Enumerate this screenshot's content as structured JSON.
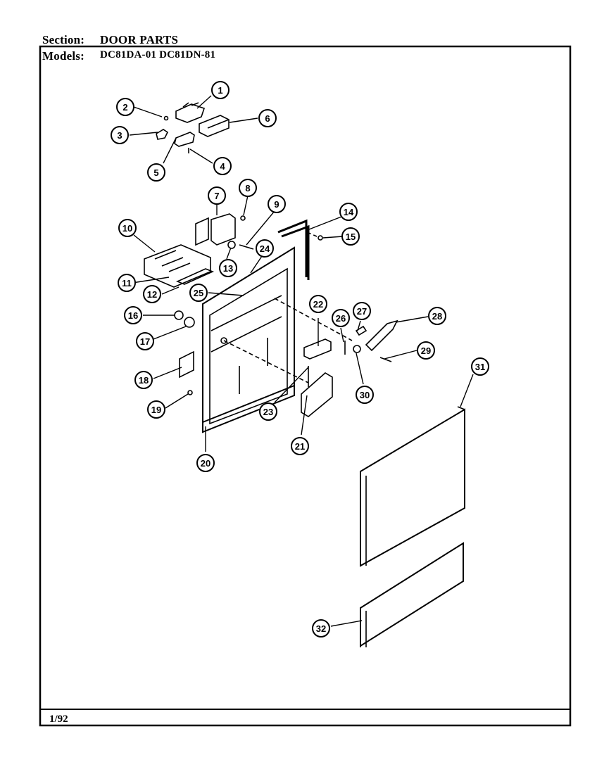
{
  "header": {
    "section_label": "Section:",
    "section_value": "DOOR PARTS",
    "models_label": "Models:",
    "models_value": "DC81DA-01  DC81DN-81"
  },
  "footer": {
    "date": "1/92"
  },
  "callouts": [
    "1",
    "2",
    "3",
    "4",
    "5",
    "6",
    "7",
    "8",
    "9",
    "10",
    "11",
    "12",
    "13",
    "14",
    "15",
    "16",
    "17",
    "18",
    "19",
    "20",
    "21",
    "22",
    "23",
    "24",
    "25",
    "26",
    "27",
    "28",
    "29",
    "30",
    "31",
    "32"
  ]
}
